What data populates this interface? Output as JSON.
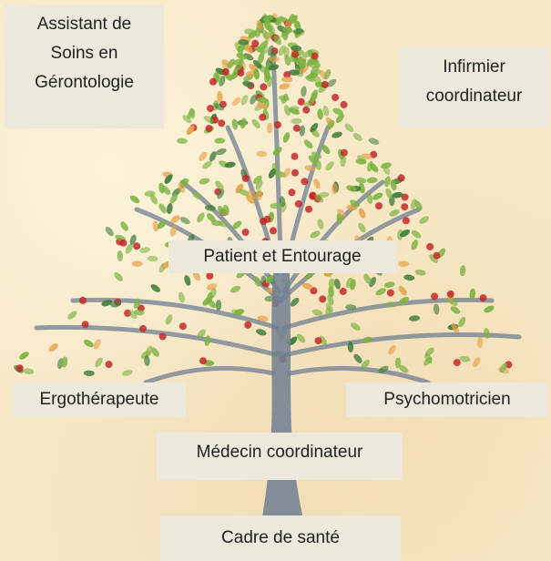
{
  "roles": {
    "center": "Patient et Entourage",
    "top_left_line1": "Assistant de",
    "top_left_line2": "Soins en",
    "top_left_line3": "Gérontologie",
    "top_right_line1": "Infirmier",
    "top_right_line2": "coordinateur",
    "middle_left": "Ergothérapeute",
    "middle_right": "Psychomotricien",
    "bottom_center": "Médecin coordinateur",
    "bottom": "Cadre de santé"
  },
  "colors": {
    "background": "#f7e9c8",
    "label_box": "#ece8dc",
    "trunk": "#6f7f93",
    "leaf_green": "#7cb342",
    "leaf_dark_green": "#3f7d3a",
    "leaf_orange": "#e6a24a",
    "cherry_red": "#c62828"
  }
}
